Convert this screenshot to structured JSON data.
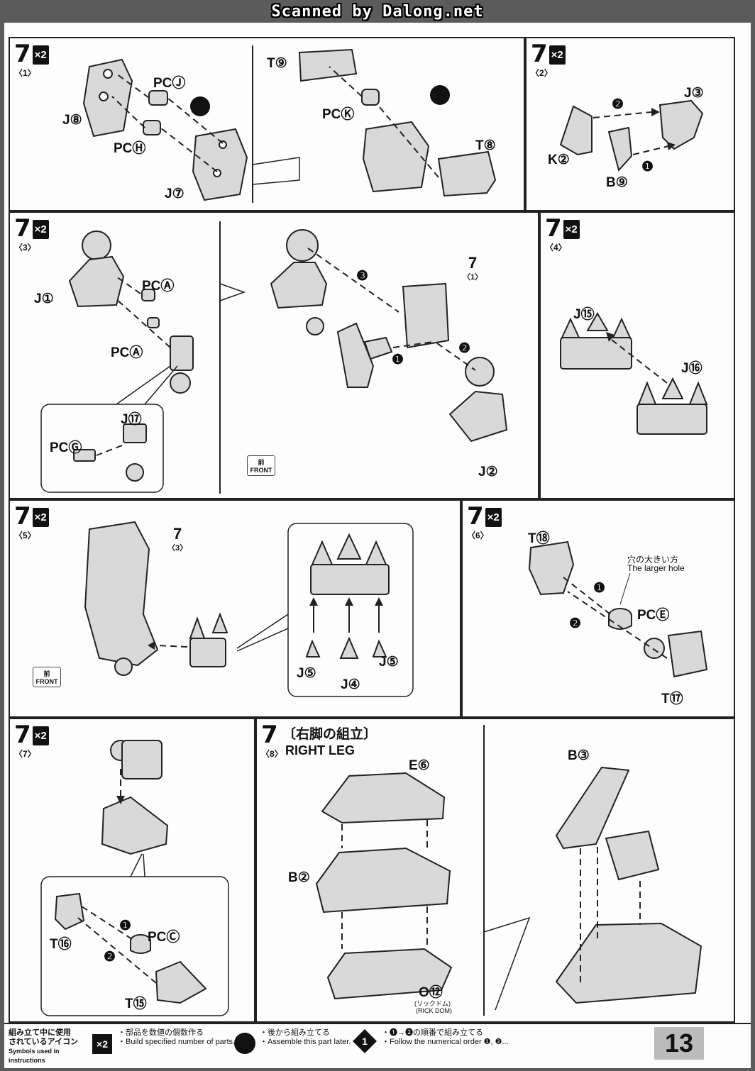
{
  "watermark": "Scanned by Dalong.net",
  "step_number": "7",
  "multiplier": "×2",
  "front": {
    "jp": "前",
    "en": "FRONT"
  },
  "panels": {
    "p1": {
      "sub": "〈1〉",
      "labels": [
        "PCⒿ",
        "J⑧",
        "PCⒽ",
        "J⑦",
        "T⑨",
        "PCⓀ",
        "T⑧"
      ]
    },
    "p2": {
      "sub": "〈2〉",
      "labels": [
        "J③",
        "K②",
        "B⑨"
      ],
      "steps": [
        "❷",
        "❶"
      ]
    },
    "p3": {
      "sub": "〈3〉",
      "labels": [
        "J①",
        "PCⒶ",
        "PCⒶ",
        "J⑰",
        "PCⒼ",
        "J②"
      ],
      "ref_sub": "〈1〉",
      "steps": [
        "❸",
        "❶",
        "❷"
      ]
    },
    "p4": {
      "sub": "〈4〉",
      "labels": [
        "J⑮",
        "J⑯"
      ]
    },
    "p5": {
      "sub": "〈5〉",
      "labels": [
        "J⑤",
        "J④",
        "J⑤"
      ],
      "ref_sub": "〈3〉"
    },
    "p6": {
      "sub": "〈6〉",
      "labels": [
        "T⑱",
        "PCⒺ",
        "T⑰"
      ],
      "note_jp": "穴の大きい方",
      "note_en": "The larger hole",
      "steps": [
        "❶",
        "❷"
      ]
    },
    "p7": {
      "sub": "〈7〉",
      "labels": [
        "T⑯",
        "PCⒸ",
        "T⑮"
      ],
      "steps": [
        "❶",
        "❷"
      ]
    },
    "p8": {
      "sub": "〈8〉",
      "title_jp": "〔右脚の組立〕",
      "title_en": "RIGHT LEG",
      "labels": [
        "E⑥",
        "B②",
        "O⑫",
        "B③"
      ],
      "o_note_jp": "(リックドム)",
      "o_note_en": "(RICK DOM)"
    }
  },
  "legend": {
    "title_jp_1": "組み立て中に使用",
    "title_jp_2": "されているアイコン",
    "title_en": "Symbols used in instructions",
    "item1_jp": "・部品を数値の個数作る",
    "item1_en": "・Build specified number of parts.",
    "item2_jp": "・後から組み立てる",
    "item2_en": "・Assemble this part later.",
    "item3_jp": "・❶→❷の順番で組み立てる",
    "item3_en": "・Follow the numerical order ❶, ❷...",
    "icon_x2": "×2",
    "icon_1": "1"
  },
  "page_number": "13"
}
